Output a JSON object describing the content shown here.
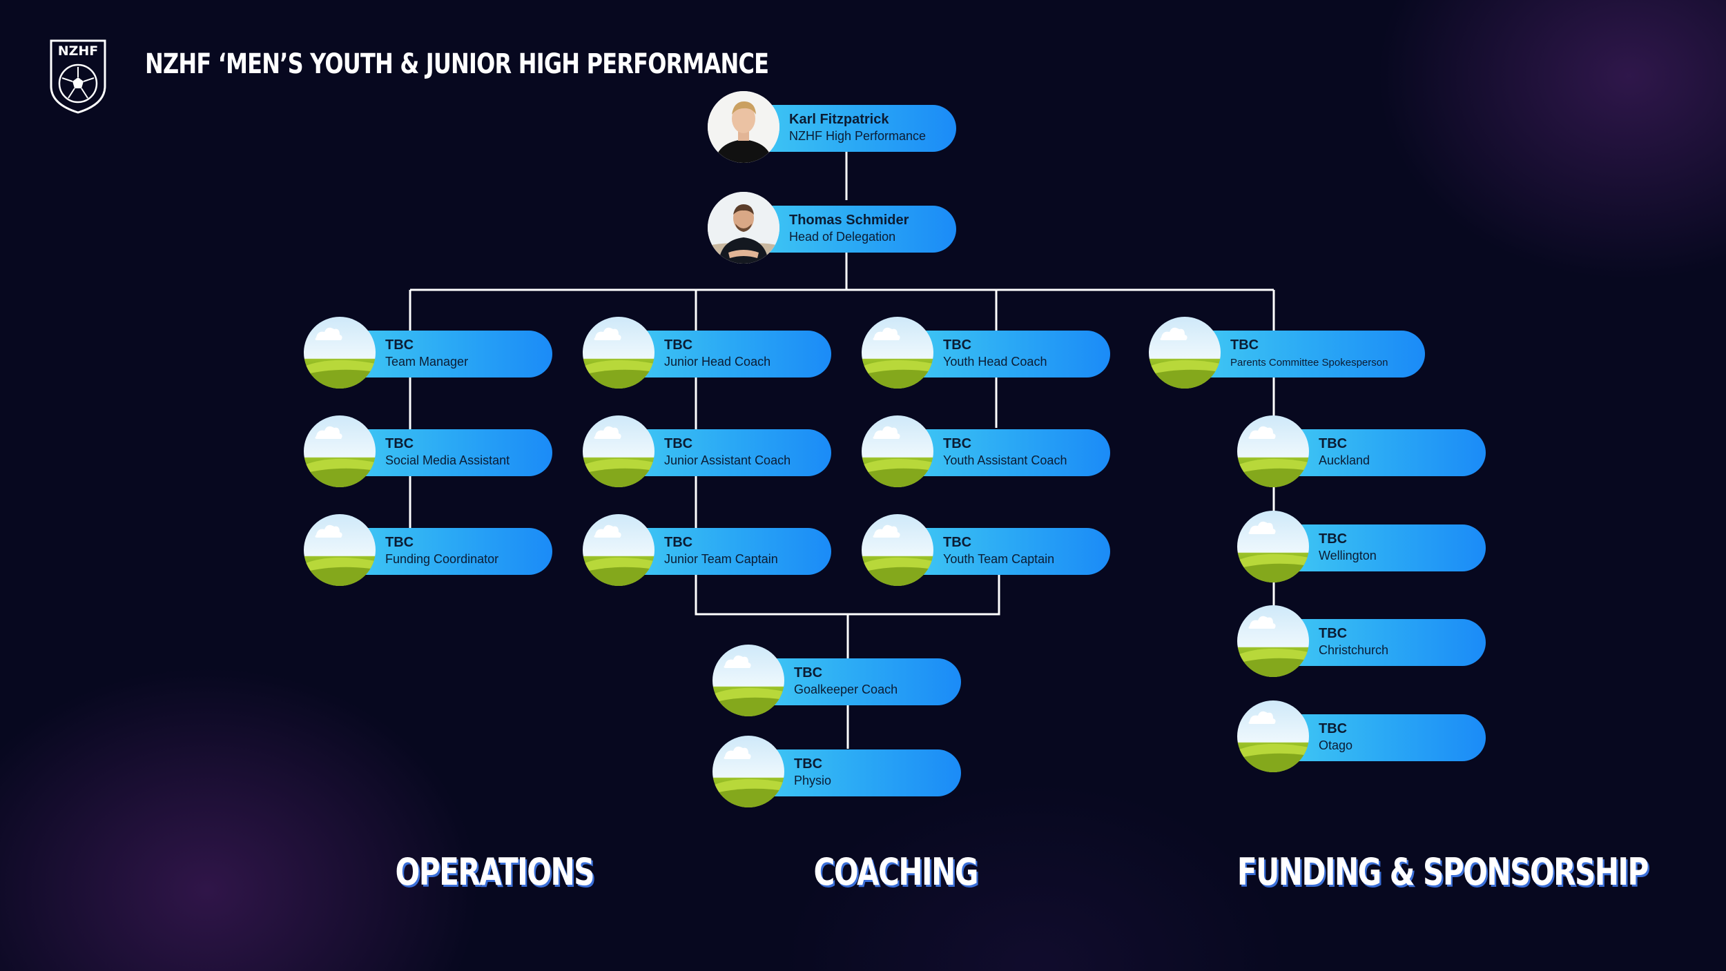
{
  "header": {
    "logo_text": "NZHF",
    "title": "NZHF ‘MEN’S YOUTH & JUNIOR HIGH PERFORMANCE"
  },
  "colors": {
    "background": "#07081f",
    "pill_start": "#44cdf3",
    "pill_end": "#1b8bf7",
    "connector": "#ffffff",
    "section_shadow": "#3a6fd8"
  },
  "nodes": {
    "karl": {
      "name": "Karl Fitzpatrick",
      "role": "NZHF High Performance",
      "avatar": "photo"
    },
    "thomas": {
      "name": "Thomas Schmider",
      "role": "Head of Delegation",
      "avatar": "photo"
    },
    "team_manager": {
      "name": "TBC",
      "role": "Team Manager",
      "avatar": "placeholder-landscape"
    },
    "social_media": {
      "name": "TBC",
      "role": "Social Media Assistant",
      "avatar": "placeholder-landscape"
    },
    "funding_coord": {
      "name": "TBC",
      "role": "Funding Coordinator",
      "avatar": "placeholder-landscape"
    },
    "junior_head": {
      "name": "TBC",
      "role": "Junior Head Coach",
      "avatar": "placeholder-landscape"
    },
    "junior_asst": {
      "name": "TBC",
      "role": "Junior Assistant Coach",
      "avatar": "placeholder-landscape"
    },
    "junior_capt": {
      "name": "TBC",
      "role": "Junior Team Captain",
      "avatar": "placeholder-landscape"
    },
    "youth_head": {
      "name": "TBC",
      "role": "Youth Head Coach",
      "avatar": "placeholder-landscape"
    },
    "youth_asst": {
      "name": "TBC",
      "role": "Youth Assistant Coach",
      "avatar": "placeholder-landscape"
    },
    "youth_capt": {
      "name": "TBC",
      "role": "Youth Team Captain",
      "avatar": "placeholder-landscape"
    },
    "goalkeeper": {
      "name": "TBC",
      "role": "Goalkeeper Coach",
      "avatar": "placeholder-landscape"
    },
    "physio": {
      "name": "TBC",
      "role": "Physio",
      "avatar": "placeholder-landscape"
    },
    "parents": {
      "name": "TBC",
      "role": "Parents Committee Spokesperson",
      "avatar": "placeholder-landscape"
    },
    "auckland": {
      "name": "TBC",
      "role": "Auckland",
      "avatar": "placeholder-landscape"
    },
    "wellington": {
      "name": "TBC",
      "role": "Wellington",
      "avatar": "placeholder-landscape"
    },
    "christchurch": {
      "name": "TBC",
      "role": "Christchurch",
      "avatar": "placeholder-landscape"
    },
    "otago": {
      "name": "TBC",
      "role": "Otago",
      "avatar": "placeholder-landscape"
    }
  },
  "sections": {
    "operations": "OPERATIONS",
    "coaching": "COACHING",
    "funding": "FUNDING & SPONSORSHIP"
  }
}
